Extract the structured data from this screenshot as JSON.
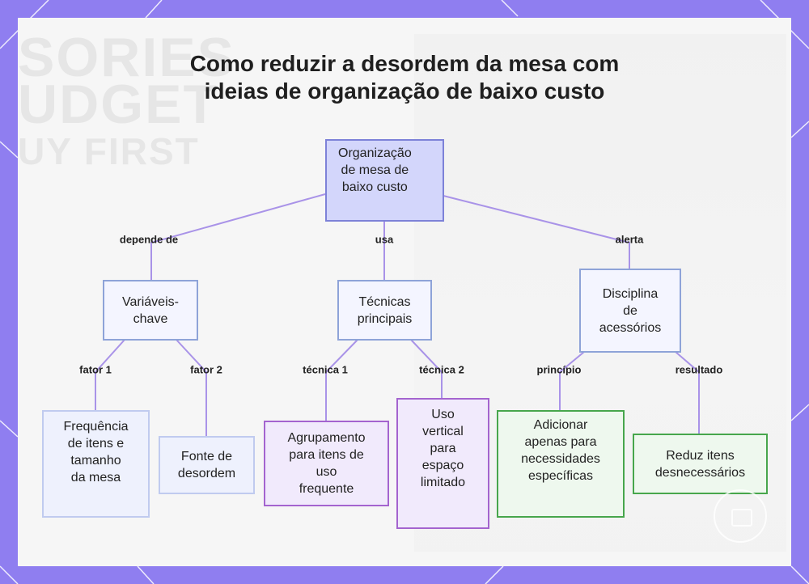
{
  "title": {
    "line1": "Como reduzir a desordem da mesa com",
    "line2": "ideias de organização de baixo custo"
  },
  "background_text": [
    "SORIES",
    "UDGET",
    "UY FIRST"
  ],
  "nodes": {
    "root": "Organização\nde mesa de\nbaixo custo",
    "variaveis": "Variáveis-\nchave",
    "tecnicas": "Técnicas\nprincipais",
    "disciplina": "Disciplina\nde\nacessórios",
    "frequencia": "Frequência\nde itens e\ntamanho\nda mesa",
    "fonte": "Fonte de\ndesordem",
    "agrupamento": "Agrupamento\npara itens de\nuso\nfrequente",
    "uso_vertical": "Uso\nvertical\npara\nespaço\nlimitado",
    "adicionar": "Adicionar\napenas para\nnecessidades\nespecíficas",
    "reduz": "Reduz itens\ndesnecessários"
  },
  "edges": {
    "depende_de": "depende de",
    "usa": "usa",
    "alerta": "alerta",
    "fator1": "fator 1",
    "fator2": "fator 2",
    "tecnica1": "técnica 1",
    "tecnica2": "técnica 2",
    "principio": "princípio",
    "resultado": "resultado"
  },
  "colors": {
    "frame": "#8f7ef0",
    "connector": "#a993e8",
    "root_fill": "#d3d6fb",
    "purple_border": "#a464cf",
    "green_border": "#47a64c"
  }
}
